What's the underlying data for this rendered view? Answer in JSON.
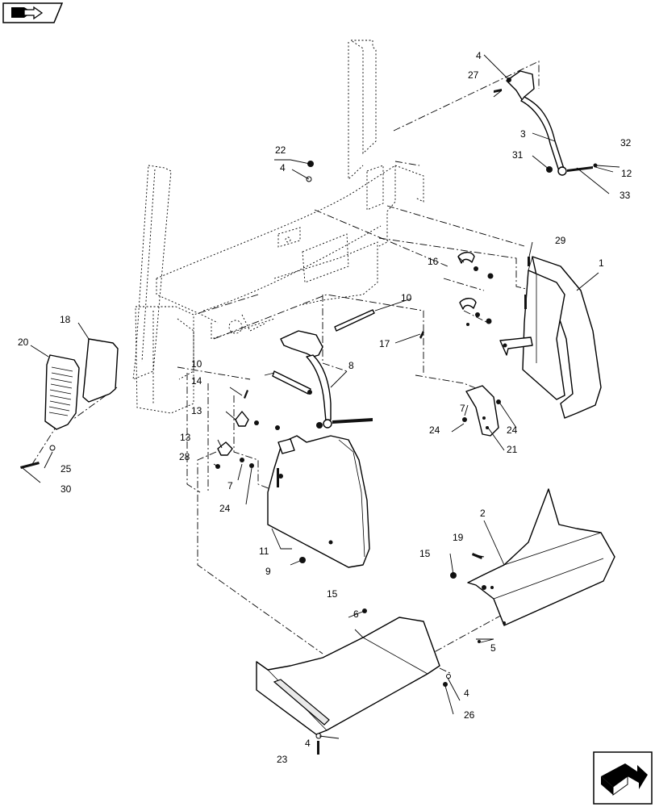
{
  "domain": "parts-diagram",
  "colors": {
    "ink": "#000000",
    "paper": "#ffffff",
    "shade": "#e9e9e9"
  },
  "icons": {
    "top_left": "book-arrow-icon",
    "bottom_right": "next-page-arrow-icon"
  },
  "callouts": {
    "c1": "1",
    "c2": "2",
    "c3": "3",
    "c4a": "4",
    "c4b": "4",
    "c4c": "4",
    "c4d": "4",
    "c5": "5",
    "c6": "6",
    "c7a": "7",
    "c7b": "7",
    "c8": "8",
    "c9": "9",
    "c10a": "10",
    "c10b": "10",
    "c11": "11",
    "c12": "12",
    "c13a": "13",
    "c13b": "13",
    "c14": "14",
    "c15a": "15",
    "c15b": "15",
    "c16": "16",
    "c17": "17",
    "c18": "18",
    "c19": "19",
    "c20": "20",
    "c21": "21",
    "c22": "22",
    "c23": "23",
    "c24a": "24",
    "c24b": "24",
    "c24c": "24",
    "c25": "25",
    "c26": "26",
    "c27": "27",
    "c28": "28",
    "c29": "29",
    "c30": "30",
    "c31": "31",
    "c32": "32",
    "c33": "33"
  }
}
